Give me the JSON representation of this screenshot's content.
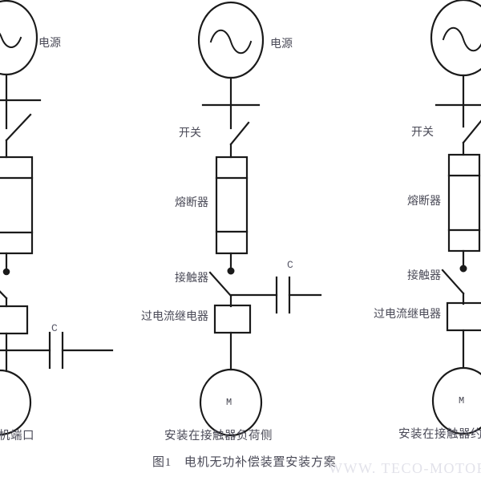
{
  "figure": {
    "caption": "图1　电机无功补偿装置安装方案",
    "watermark": "WWW. TECO-MOTORS. COM"
  },
  "colors": {
    "line": "#1a1a1a",
    "label_text": "#4a4a57",
    "background": "#ffffff",
    "watermark": "#e2e2ea"
  },
  "diagrams": [
    {
      "id": "left",
      "subcaption": "机端口",
      "labels": {
        "source": "电源",
        "capacitor": "C"
      },
      "motor_label": "",
      "note": "左图被画面左边缘裁切"
    },
    {
      "id": "middle",
      "subcaption": "安装在接触器负荷侧",
      "labels": {
        "source": "电源",
        "switch": "开关",
        "fuse": "熔断器",
        "contactor": "接触器",
        "relay": "过电流继电器",
        "capacitor": "C"
      },
      "motor_label": "M"
    },
    {
      "id": "right",
      "subcaption": "安装在接触器约",
      "labels": {
        "switch": "开关",
        "fuse": "熔断器",
        "contactor": "接触器",
        "relay": "过电流继电器"
      },
      "motor_label": "M",
      "note": "右图被画面右边缘裁切"
    }
  ]
}
